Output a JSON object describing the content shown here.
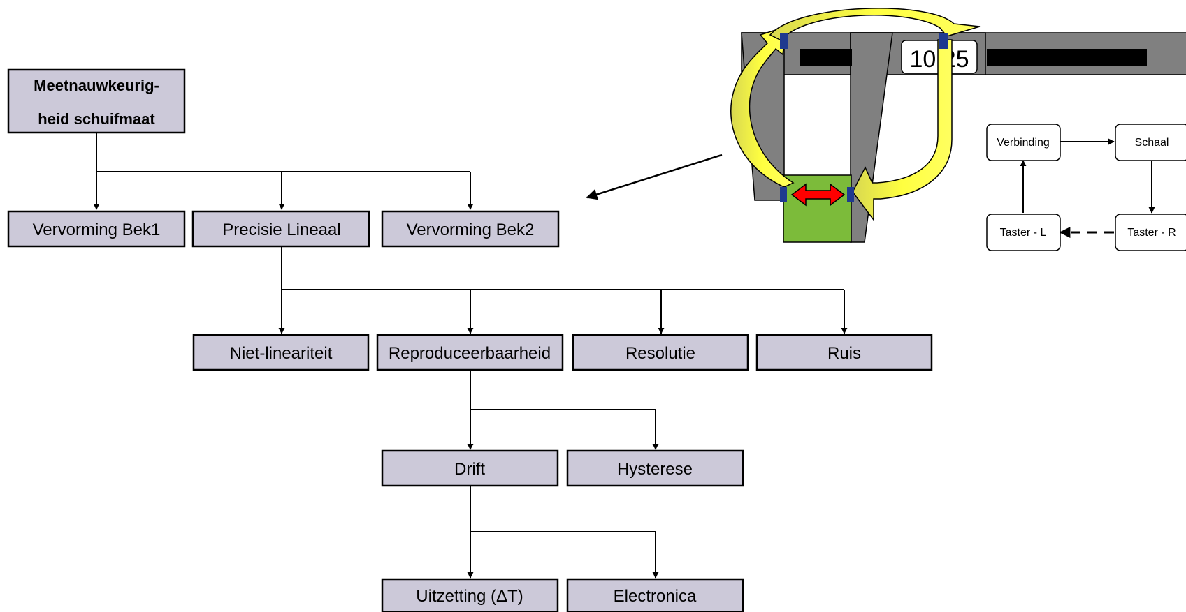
{
  "tree": {
    "root": {
      "line1": "Meetnauwkeurig-",
      "line2": "heid schuifmaat"
    },
    "level1": [
      "Vervorming Bek1",
      "Precisie Lineaal",
      "Vervorming Bek2"
    ],
    "level2": [
      "Niet-lineariteit",
      "Reproduceerbaarheid",
      "Resolutie",
      "Ruis"
    ],
    "level3": [
      "Drift",
      "Hysterese"
    ],
    "level4": [
      "Uitzetting (ΔT)",
      "Electronica"
    ]
  },
  "caliper": {
    "display": "10.25"
  },
  "loop": {
    "nodes": [
      "Verbinding",
      "Schaal",
      "Taster - L",
      "Taster - R"
    ]
  },
  "colors": {
    "box_fill": "#ccc9d9",
    "caliper_gray": "#808080",
    "block_green": "#7cbb3a",
    "arrow_yellow": "#ffff40",
    "arrow_red": "#ff0000",
    "contact_blue": "#1f3a8f"
  }
}
